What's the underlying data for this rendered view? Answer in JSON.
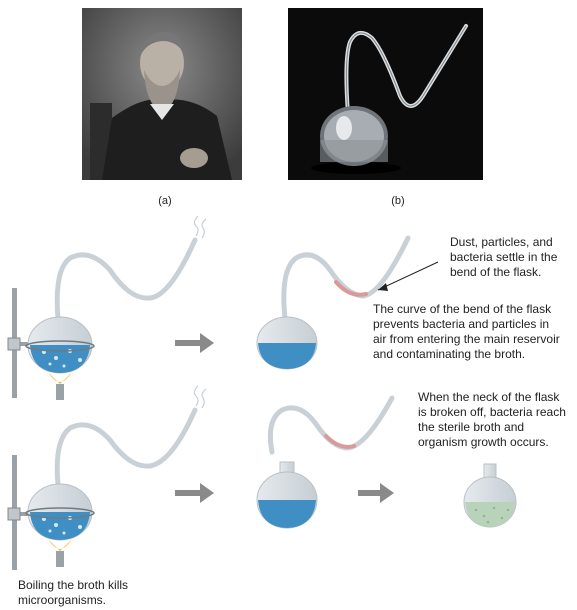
{
  "panels": {
    "a": {
      "label": "(a)"
    },
    "b": {
      "label": "(b)"
    }
  },
  "annotations": {
    "settle": "Dust, particles, and\nbacteria settle in the\nbend of the flask.",
    "curve": "The curve of the bend of the flask\nprevents bacteria and particles in\nair from entering the main reservoir\nand contaminating the broth.",
    "broken": "When the neck of the flask\nis broken off, bacteria reach\nthe sterile broth and\norganism growth occurs.",
    "boiling": "Boiling the broth kills\nmicroorganisms."
  },
  "colors": {
    "broth": "#3f8fc4",
    "contaminated_broth": "#b9d3bb",
    "flame": "#f5a623",
    "glass": "#cfd6dc",
    "sediment": "#d99a9a",
    "arrow": "#8a8a8a"
  }
}
